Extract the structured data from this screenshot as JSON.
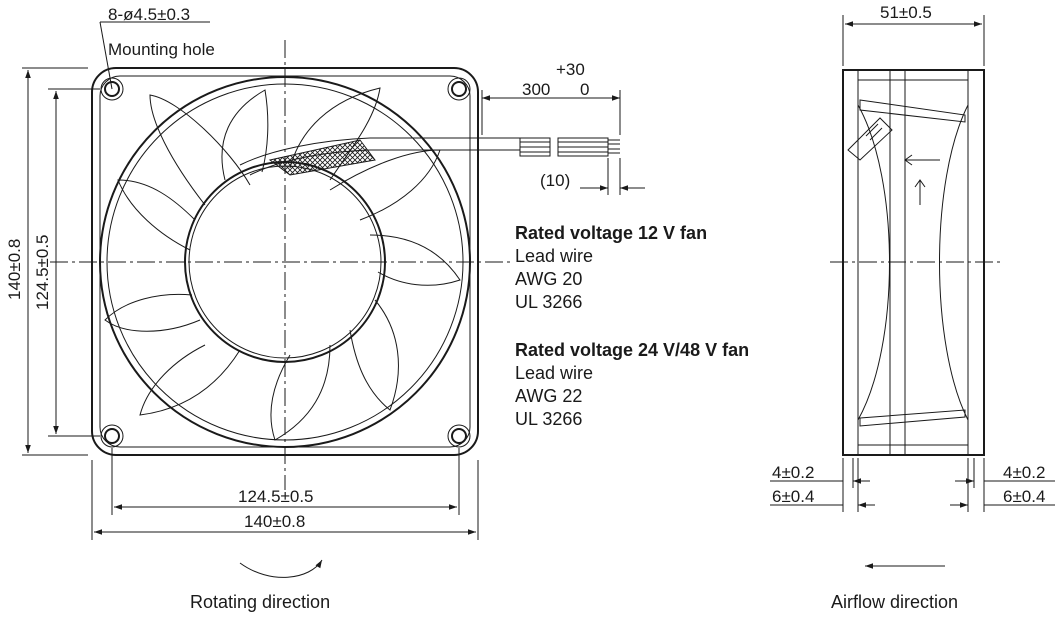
{
  "front_view": {
    "mounting_hole_dim": "8-ø4.5±0.3",
    "mounting_hole_label": "Mounting hole",
    "height_outer": "140±0.8",
    "height_pitch": "124.5±0.5",
    "width_pitch": "124.5±0.5",
    "width_outer": "140±0.8",
    "rotating_direction": "Rotating direction"
  },
  "lead_wire": {
    "tol_upper": "+30",
    "length": "300",
    "tol_lower": "0",
    "strip_length": "(10)"
  },
  "specs": [
    {
      "title": "Rated voltage 12 V fan",
      "lines": [
        "Lead wire",
        "AWG 20",
        "UL 3266"
      ]
    },
    {
      "title": "Rated voltage 24 V/48 V fan",
      "lines": [
        "Lead wire",
        "AWG 22",
        "UL 3266"
      ]
    }
  ],
  "side_view": {
    "depth": "51±0.5",
    "left_inner": "4±0.2",
    "left_outer": "6±0.4",
    "right_inner": "4±0.2",
    "right_outer": "6±0.4",
    "airflow_direction": "Airflow direction"
  },
  "icons": [
    "mounting-hole-icon",
    "rotation-arrow-icon",
    "airflow-arrow-icon"
  ]
}
